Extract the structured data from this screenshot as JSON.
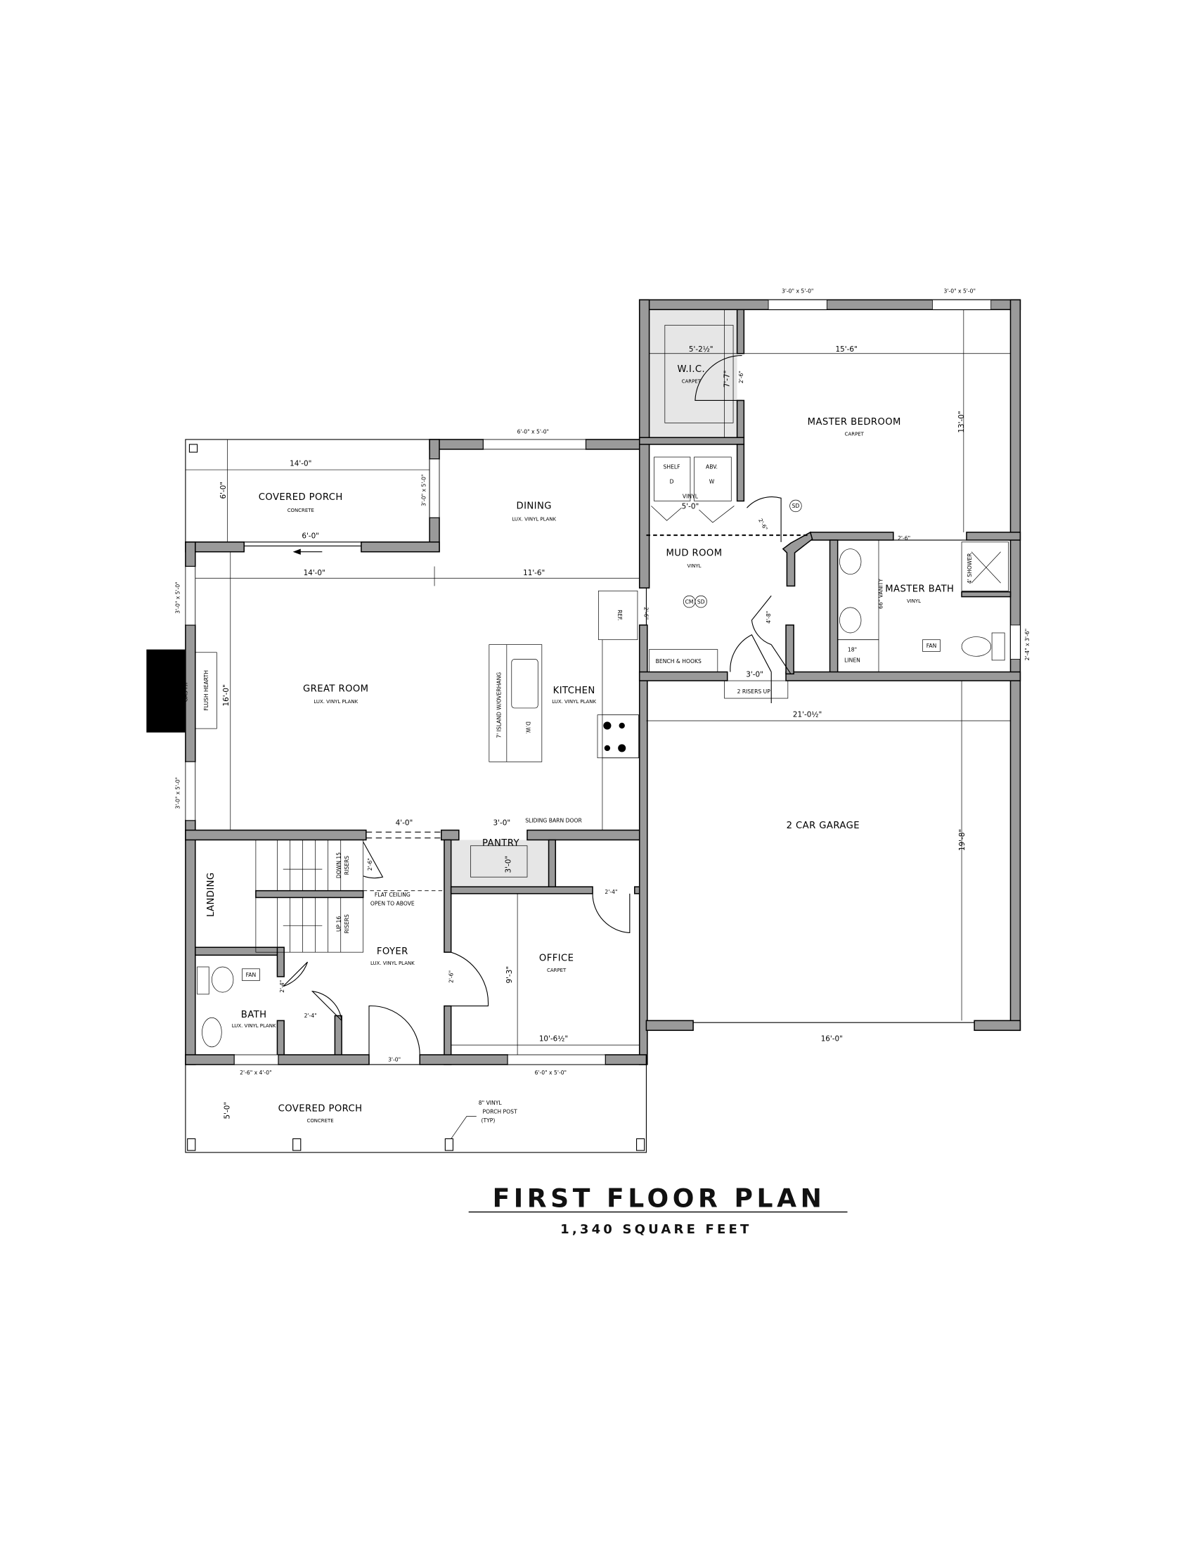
{
  "colors": {
    "wall_fill": "#9a9a9a",
    "closet_fill": "#e6e6e6",
    "line": "#000000"
  },
  "title": {
    "main": "FIRST FLOOR PLAN",
    "area": "1,340 SQUARE FEET"
  },
  "rooms": [
    {
      "name": "COVERED PORCH",
      "finish": "CONCRETE"
    },
    {
      "name": "DINING",
      "finish": "LUX. VINYL PLANK"
    },
    {
      "name": "W.I.C.",
      "finish": "CARPET"
    },
    {
      "name": "MASTER BEDROOM",
      "finish": "CARPET"
    },
    {
      "name": "MUD ROOM",
      "finish": "VINYL"
    },
    {
      "name": "MASTER BATH",
      "finish": "VINYL"
    },
    {
      "name": "GREAT ROOM",
      "finish": "LUX. VINYL PLANK"
    },
    {
      "name": "KITCHEN",
      "finish": "LUX. VINYL PLANK"
    },
    {
      "name": "2 CAR GARAGE",
      "finish": ""
    },
    {
      "name": "PANTRY",
      "finish": ""
    },
    {
      "name": "FOYER",
      "finish": "LUX. VINYL PLANK"
    },
    {
      "name": "OFFICE",
      "finish": "CARPET"
    },
    {
      "name": "BATH",
      "finish": "LUX. VINYL PLANK"
    },
    {
      "name": "COVERED PORCH",
      "finish": "CONCRETE"
    },
    {
      "name": "LANDING",
      "finish": ""
    }
  ],
  "dims": [
    "14'-0\"",
    "6'-0\"",
    "3'-0\" x 5'-0\"",
    "6'-0\"",
    "6'-0\" x 5'-0\"",
    "3'-0\" x 5'-0\"",
    "3'-0\" x 5'-0\"",
    "5'-2½\"",
    "15'-6\"",
    "7'-7\"",
    "2'-6\"",
    "13'-0\"",
    "5'-0\"",
    "2'-6\"",
    "2'-6\"",
    "14'-0\"",
    "11'-6\"",
    "3'-0\" x 5'-0\"",
    "3'-0\" x 5'-0\"",
    "16'-0\"",
    "2'-6\"",
    "4'-8\"",
    "3'-0\"",
    "2'-4\" x 3'-6\"",
    "21'-0½\"",
    "19'-8\"",
    "16'-0\"",
    "4'-0\"",
    "3'-0\"",
    "3'-0\"",
    "2'-6\"",
    "2'-4\"",
    "9'-3\"",
    "2'-6\"",
    "10'-6½\"",
    "2'-4\"",
    "2'-4\"",
    "3'-0\"",
    "2'-6\" x 4'-0\"",
    "6'-0\" x 5'-0\"",
    "5'-0\""
  ],
  "notes": {
    "shelf": "SHELF",
    "abv": "ABV.",
    "dryer": "D",
    "washer": "W",
    "laundry_floor": "VINYL",
    "ref": "REF.",
    "dw": "D.W.",
    "island": "7' ISLAND W/OVERHANG",
    "gas_fp": "GAS F/P",
    "hearth": "FLUSH HEARTH",
    "bench": "BENCH & HOOKS",
    "risers_up": "2 RISERS UP",
    "cm": "CM",
    "sd": "SD",
    "fan": "FAN",
    "linen_size": "18\"",
    "linen": "LINEN",
    "vanity": "66\" VANITY",
    "shower": "4' SHOWER",
    "barn_door": "SLIDING BARN DOOR",
    "down_a": "DOWN 15",
    "down_b": "RISERS",
    "up_a": "UP 16",
    "up_b": "RISERS",
    "flat_a": "FLAT CEILING",
    "flat_b": "OPEN TO ABOVE",
    "post_a": "8\" VINYL",
    "post_b": "PORCH POST",
    "post_c": "(TYP)"
  }
}
